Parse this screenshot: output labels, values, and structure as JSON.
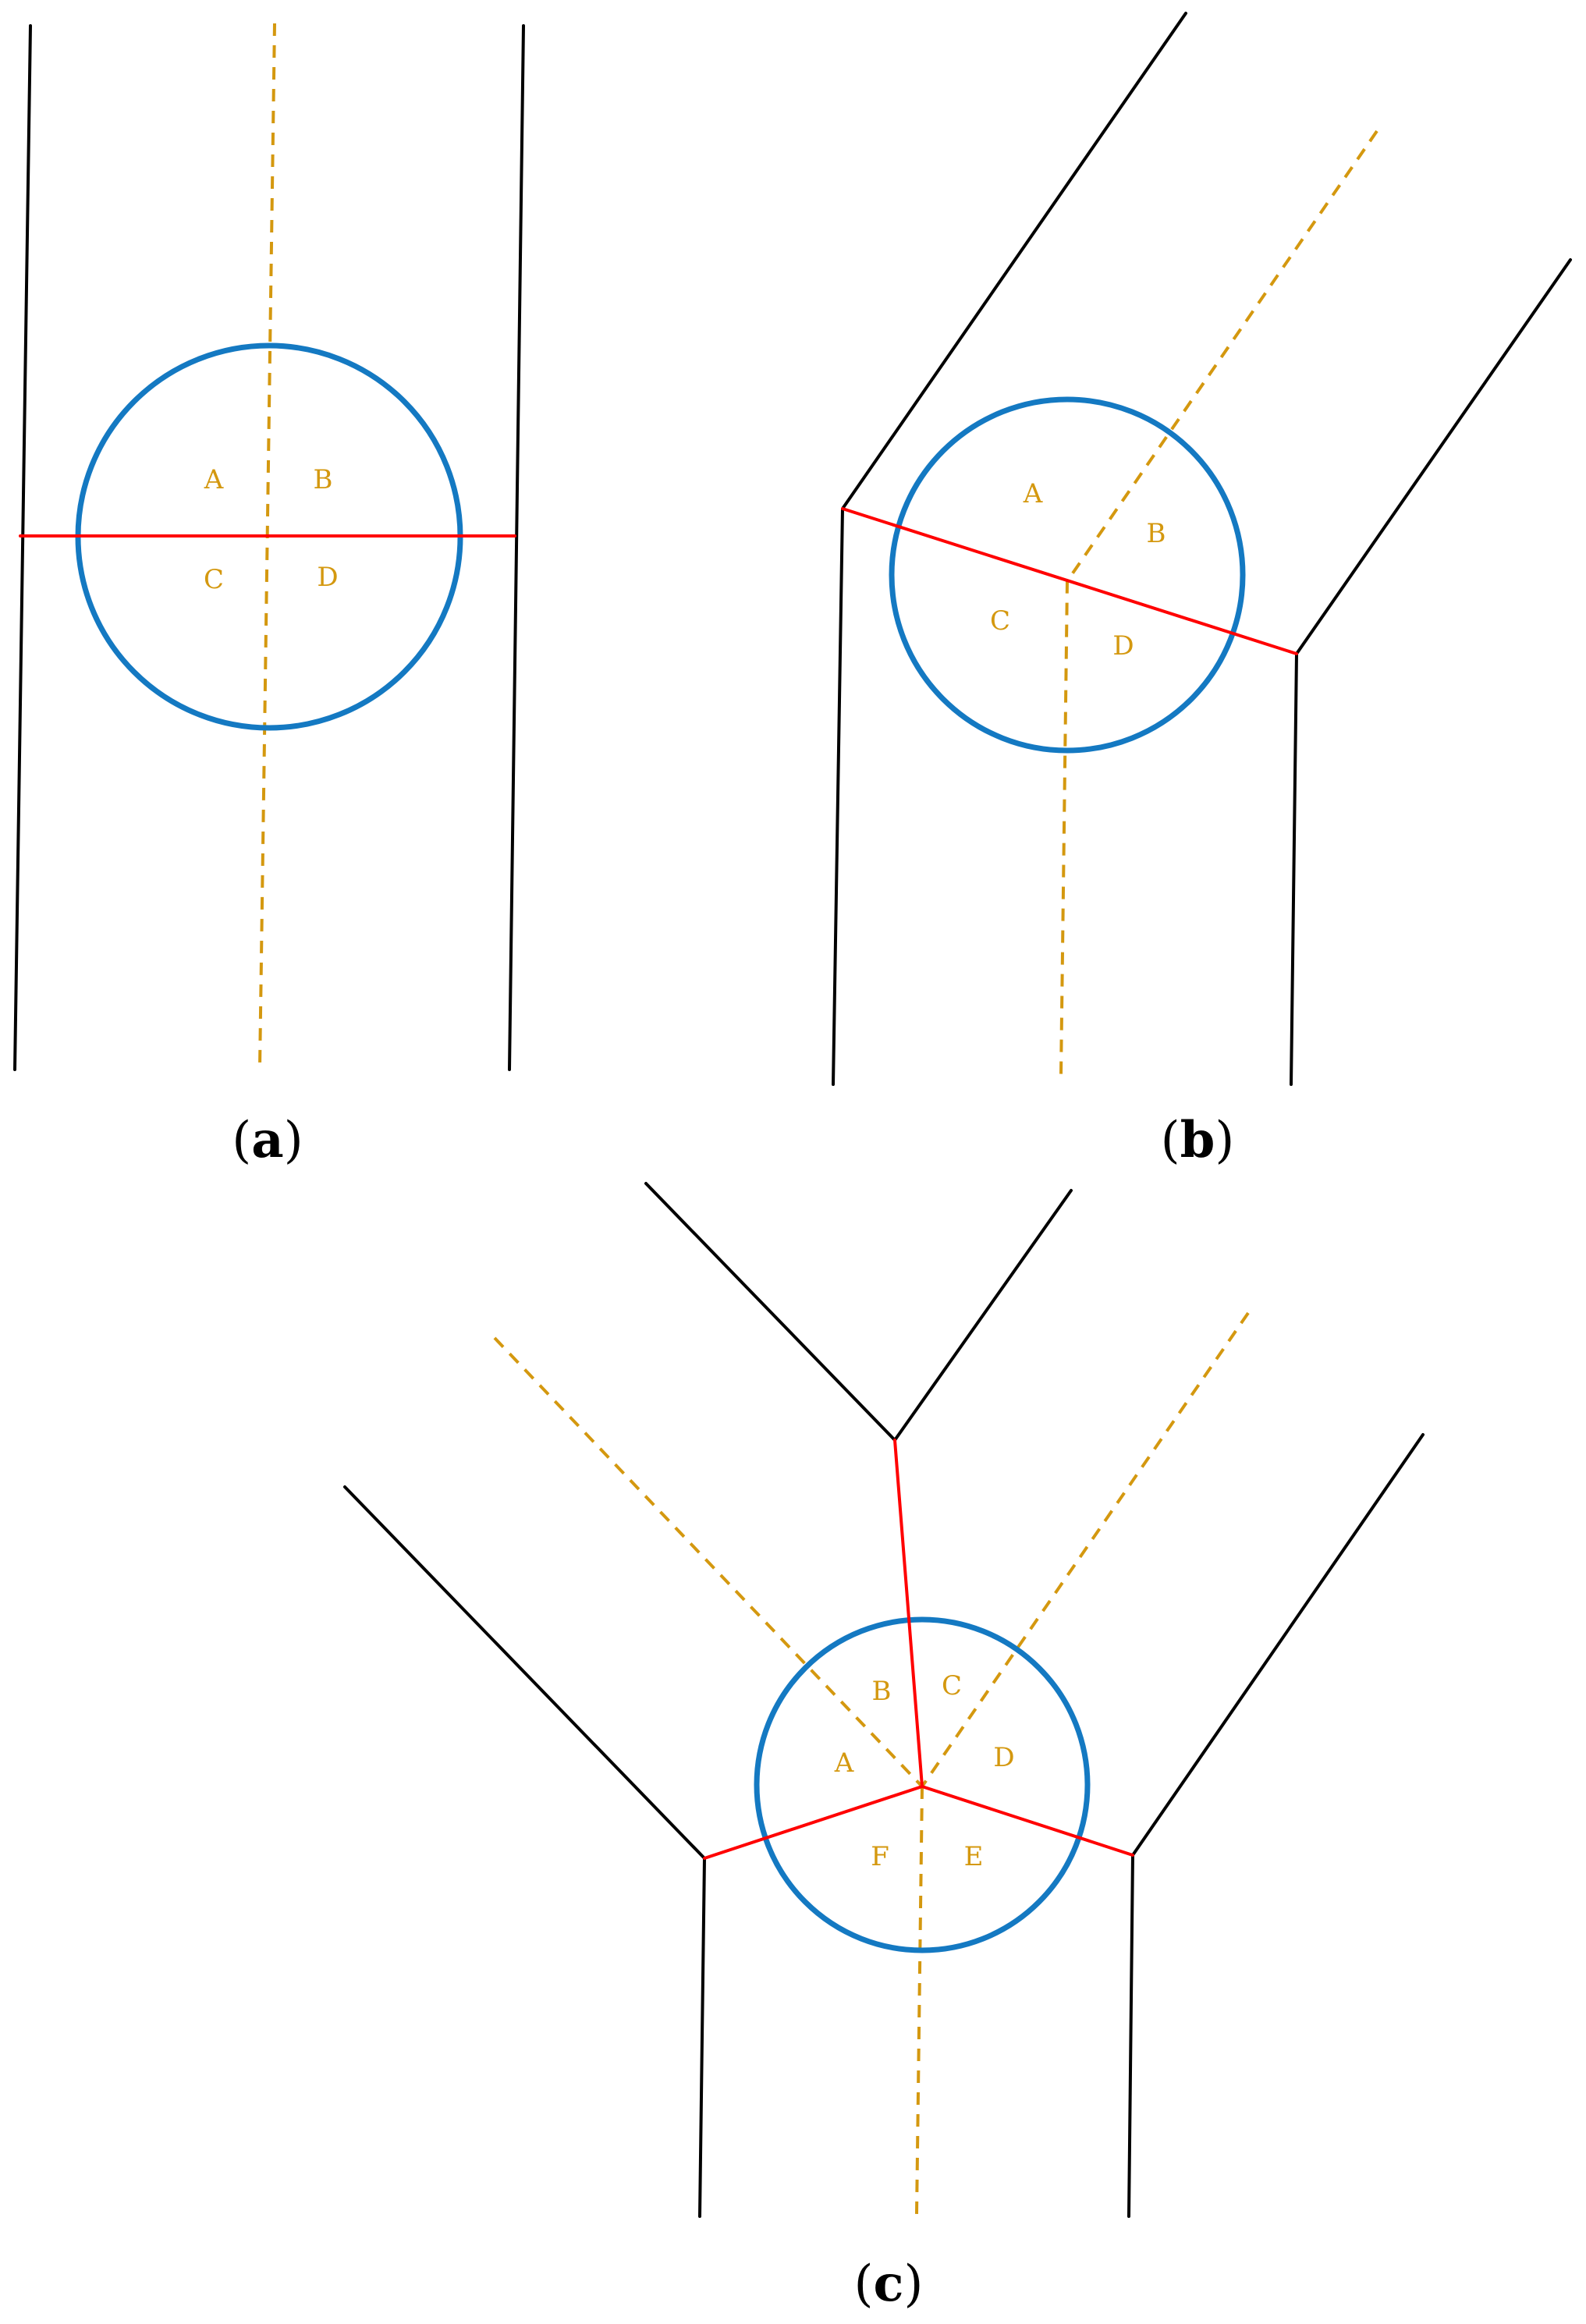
{
  "colors": {
    "wall": "#000000",
    "cut": "#ff0000",
    "axis": "#d4980f",
    "circle": "#1479c2",
    "label": "#d4980f"
  },
  "panels": [
    {
      "id": "a",
      "caption_open": "(",
      "caption_letter": "a",
      "caption_close": ")",
      "regions": [
        "A",
        "B",
        "C",
        "D"
      ]
    },
    {
      "id": "b",
      "caption_open": "(",
      "caption_letter": "b",
      "caption_close": ")",
      "regions": [
        "A",
        "B",
        "C",
        "D"
      ]
    },
    {
      "id": "c",
      "caption_open": "(",
      "caption_letter": "c",
      "caption_close": ")",
      "regions": [
        "A",
        "B",
        "C",
        "D",
        "E",
        "F"
      ]
    }
  ]
}
